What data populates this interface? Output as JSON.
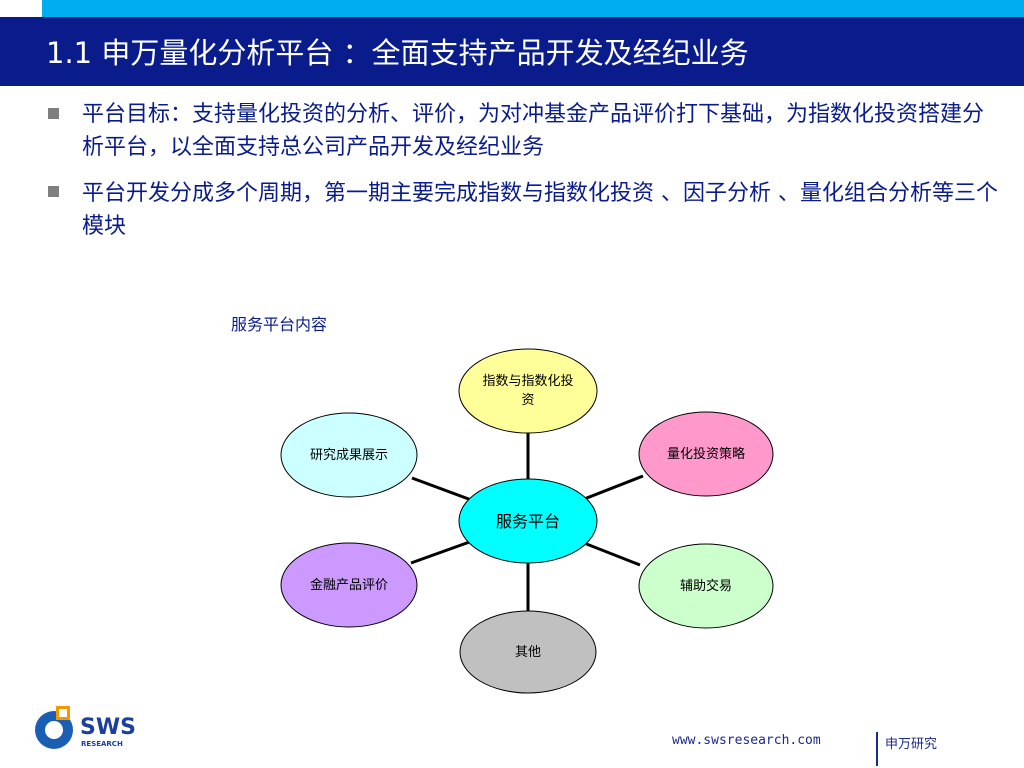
{
  "title": {
    "number": "1.1",
    "main": "申万量化分析平台 ：全面支持",
    "sub": "产品开发及经纪业务"
  },
  "bullets": [
    {
      "text": "平台目标：支持量化投资的分析、评价，为对冲基金产品评价打下基础，为指数化投资搭建分析平台，以全面支持总公司产品开发及经纪业务"
    },
    {
      "text": "平台开发分成多个周期，第一期主要完成指数与指数化投资 、因子分析 、量化组合分析等三个模块"
    }
  ],
  "diagram": {
    "caption": "服务平台内容",
    "center": {
      "label": "服务平台",
      "color": "#00ffff"
    },
    "nodes": [
      {
        "label": "指数与指数化投资",
        "color": "#ffff99"
      },
      {
        "label": "量化投资策略",
        "color": "#ff99cc"
      },
      {
        "label": "辅助交易",
        "color": "#ccffcc"
      },
      {
        "label": "其他",
        "color": "#c0c0c0"
      },
      {
        "label": "金融产品评价",
        "color": "#cc99ff"
      },
      {
        "label": "研究成果展示",
        "color": "#ccffff"
      }
    ]
  },
  "footer": {
    "url": "www.swsresearch.com",
    "brand": "申万研究",
    "logo_text": "SWS",
    "logo_sub": "RESEARCH"
  },
  "colors": {
    "header_band": "#0a1c8c",
    "accent_strip": "#00aeef",
    "body_text": "#0a1c8c"
  }
}
